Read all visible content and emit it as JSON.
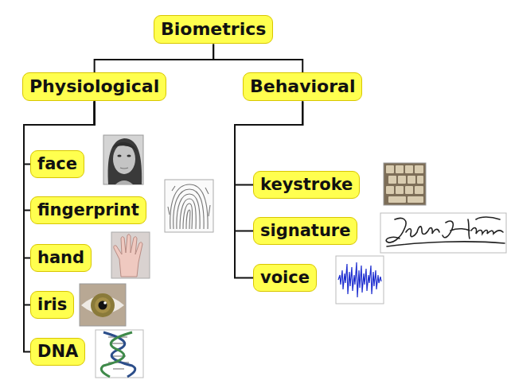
{
  "diagram": {
    "nodes": [
      {
        "text": [
          "Biometrics"
        ]
      },
      {
        "text": [
          "Physiological"
        ]
      },
      {
        "text": [
          "Behavioral"
        ]
      },
      {
        "text": [
          "face"
        ]
      },
      {
        "text": [
          "fingerprint"
        ]
      },
      {
        "text": [
          "hand"
        ]
      },
      {
        "text": [
          "iris"
        ]
      },
      {
        "text": [
          "DNA"
        ]
      },
      {
        "text": [
          "keystroke"
        ]
      },
      {
        "text": [
          "signature"
        ]
      },
      {
        "text": [
          "voice"
        ]
      }
    ],
    "edges": [
      {
        "from": 0,
        "to": 1,
        "arrow": "none"
      },
      {
        "from": 0,
        "to": 2,
        "arrow": "none"
      },
      {
        "from": 1,
        "to": 3,
        "arrow": "none"
      },
      {
        "from": 1,
        "to": 4,
        "arrow": "none"
      },
      {
        "from": 1,
        "to": 5,
        "arrow": "none"
      },
      {
        "from": 1,
        "to": 6,
        "arrow": "none"
      },
      {
        "from": 1,
        "to": 7,
        "arrow": "none"
      },
      {
        "from": 2,
        "to": 8,
        "arrow": "none"
      },
      {
        "from": 2,
        "to": 9,
        "arrow": "none"
      },
      {
        "from": 2,
        "to": 10,
        "arrow": "none"
      }
    ]
  }
}
